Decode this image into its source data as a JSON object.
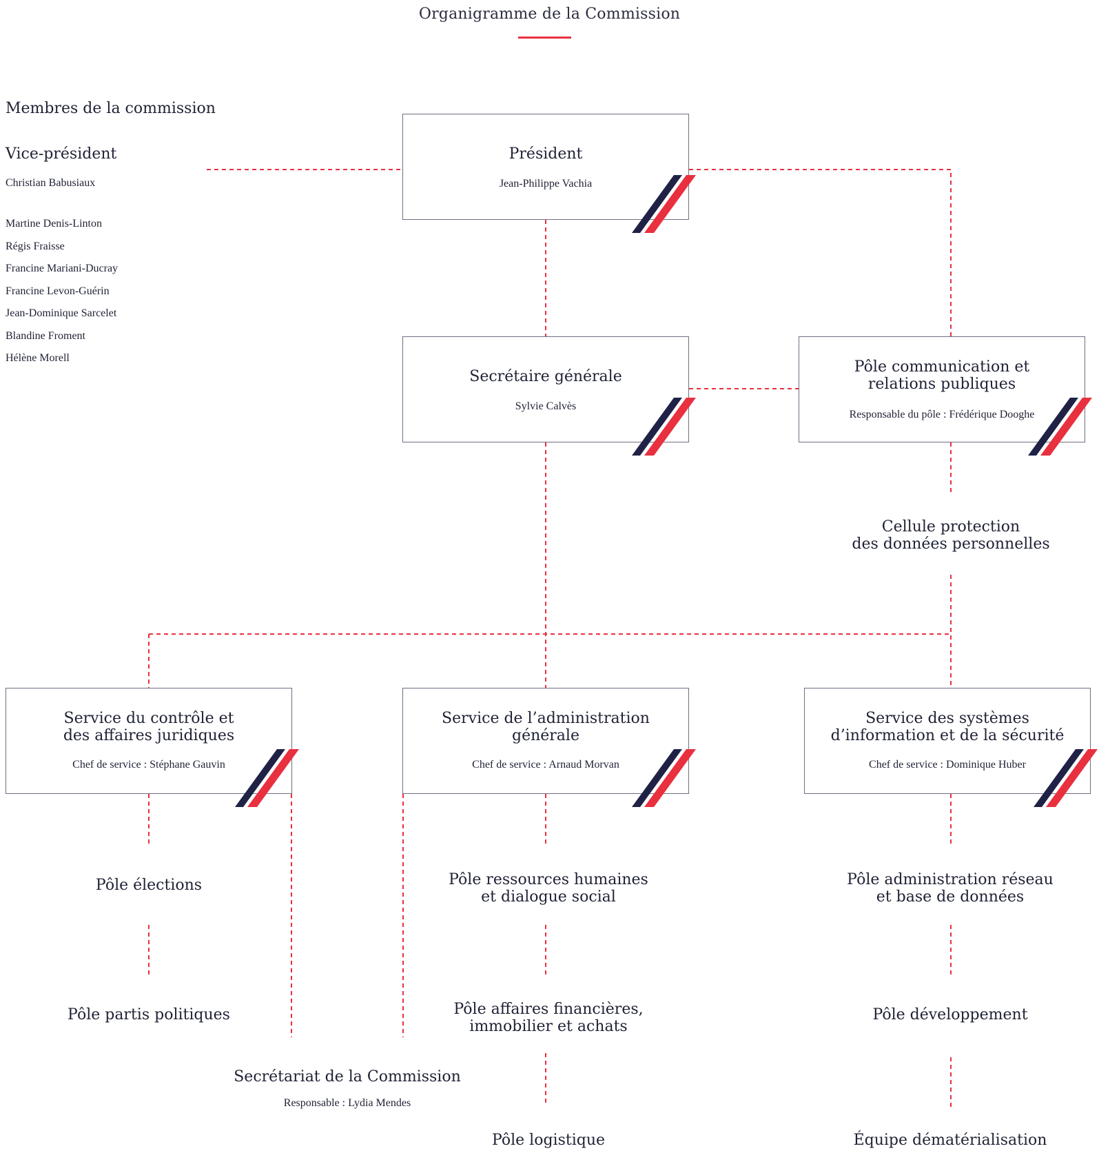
{
  "title": "Organigramme de la Commission",
  "colors": {
    "accent": "#e8303f",
    "navy": "#1f2245",
    "border": "#6d6f80"
  },
  "members": {
    "heading": "Membres de la commission",
    "vp_title": "Vice-président",
    "vp_name": "Christian Babusiaux",
    "list": [
      "Martine Denis-Linton",
      "Régis Fraisse",
      "Francine Mariani-Ducray",
      "Francine Levon-Guérin",
      "Jean-Dominique Sarcelet",
      "Blandine Froment",
      "Hélène Morell"
    ]
  },
  "boxes": {
    "president": {
      "title": "Président",
      "subtitle": "Jean-Philippe Vachia"
    },
    "secretaire": {
      "title": "Secrétaire générale",
      "subtitle": "Sylvie Calvès"
    },
    "communication": {
      "title_line1": "Pôle communication et",
      "title_line2": "relations publiques",
      "subtitle": "Responsable du pôle : Frédérique Dooghe"
    },
    "controle": {
      "title_line1": "Service du contrôle et",
      "title_line2": "des affaires juridiques",
      "subtitle": "Chef de service : Stéphane Gauvin"
    },
    "administration": {
      "title_line1": "Service de l’administration",
      "title_line2": "générale",
      "subtitle": "Chef de service : Arnaud Morvan"
    },
    "systemes": {
      "title_line1": "Service des systèmes",
      "title_line2": "d’information et de la sécurité",
      "subtitle": "Chef de service : Dominique Huber"
    }
  },
  "units": {
    "cellule": {
      "line1": "Cellule protection",
      "line2": "des données personnelles"
    },
    "elections": "Pôle élections",
    "partis": "Pôle partis politiques",
    "secretariat": {
      "title": "Secrétariat de la Commission",
      "subtitle": "Responsable : Lydia Mendes"
    },
    "rh": {
      "line1": "Pôle ressources humaines",
      "line2": "et dialogue social"
    },
    "finances": {
      "line1": "Pôle affaires financières,",
      "line2": "immobilier et achats"
    },
    "logistique": "Pôle logistique",
    "reseau": {
      "line1": "Pôle administration réseau",
      "line2": "et base de données"
    },
    "developpement": "Pôle développement",
    "dematerialisation": "Équipe dématérialisation"
  }
}
